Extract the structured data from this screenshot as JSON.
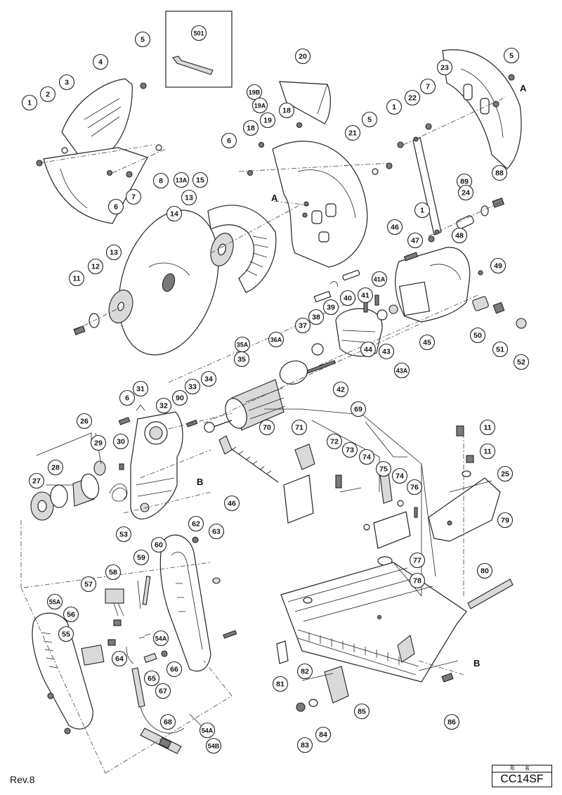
{
  "revision": "Rev.8",
  "title_block": {
    "caption": "形 名",
    "model": "CC14SF"
  },
  "section_markers": [
    "A",
    "A",
    "B",
    "B"
  ],
  "callouts": [
    "501",
    "1",
    "2",
    "3",
    "4",
    "5",
    "6",
    "7",
    "8",
    "13A",
    "13",
    "14",
    "15",
    "11",
    "12",
    "13",
    "19B",
    "19A",
    "18",
    "18",
    "19",
    "20",
    "6",
    "5",
    "21",
    "1",
    "22",
    "7",
    "23",
    "5",
    "88",
    "89",
    "24",
    "1",
    "46",
    "47",
    "48",
    "49",
    "41A",
    "41",
    "40",
    "39",
    "38",
    "37",
    "36A",
    "35A",
    "35",
    "42",
    "43",
    "43A",
    "44",
    "45",
    "50",
    "51",
    "52",
    "6",
    "31",
    "32",
    "90",
    "33",
    "34",
    "26",
    "29",
    "30",
    "27",
    "28",
    "53",
    "69",
    "70",
    "71",
    "72",
    "73",
    "74",
    "75",
    "74",
    "76",
    "11",
    "11",
    "25",
    "79",
    "77",
    "78",
    "62",
    "63",
    "46",
    "60",
    "59",
    "58",
    "57",
    "55A",
    "56",
    "55",
    "64",
    "54A",
    "65",
    "66",
    "67",
    "68",
    "54A",
    "54B",
    "80",
    "81",
    "82",
    "83",
    "84",
    "85",
    "86"
  ]
}
